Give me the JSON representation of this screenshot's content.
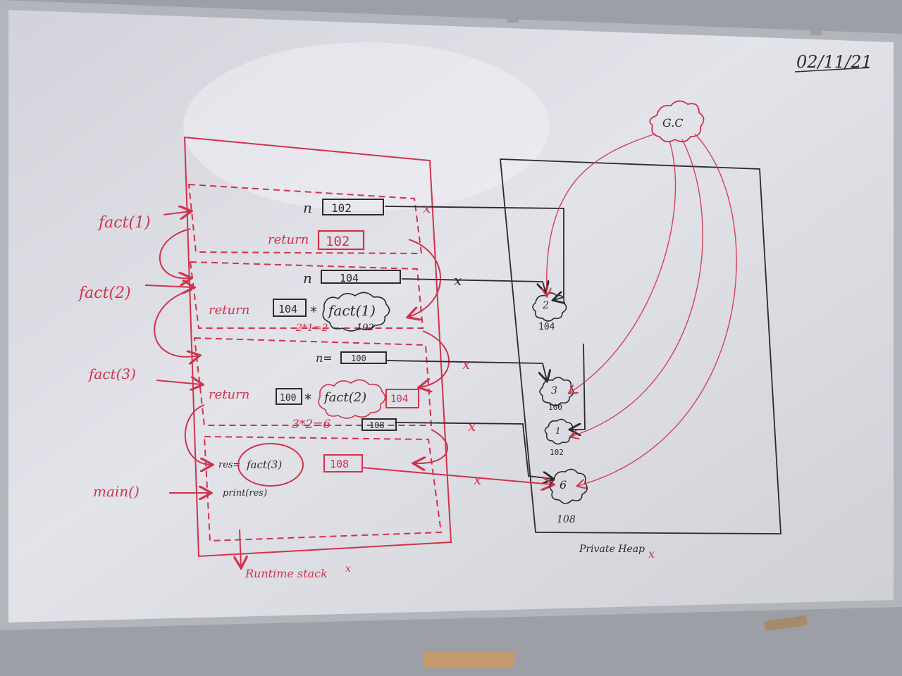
{
  "board": {
    "date": "02/11/21",
    "gc": "G.C",
    "stack": {
      "caption": "Runtime stack",
      "cross": "x",
      "callers": [
        "fact(1)",
        "fact(2)",
        "fact(3)",
        "main()"
      ],
      "frame1": {
        "n_label": "n",
        "n_value": "102",
        "return_label": "return",
        "return_value": "102"
      },
      "frame2": {
        "n_label": "n",
        "n_value": "104",
        "return_label": "return",
        "ref": "104",
        "star": "*",
        "call": "fact(1)",
        "calc": "2*1=2",
        "result": "102"
      },
      "frame3": {
        "n_label": "n=",
        "n_value": "100",
        "return_label": "return",
        "ref": "100",
        "star": "*",
        "call": "fact(2)",
        "result": "104",
        "calc": "3*2=6",
        "calc_ref": "108"
      },
      "main": {
        "res_label": "res=",
        "call": "fact(3)",
        "res_value": "108",
        "print": "print(res)"
      }
    },
    "heap": {
      "caption": "Private Heap",
      "cross": "x",
      "objects": [
        {
          "value": "2",
          "address": "104"
        },
        {
          "value": "3",
          "address": "100"
        },
        {
          "value": "1",
          "address": "102"
        },
        {
          "value": "6",
          "address": "108"
        }
      ]
    },
    "crosses": [
      "x",
      "x",
      "x",
      "x",
      "x"
    ]
  }
}
